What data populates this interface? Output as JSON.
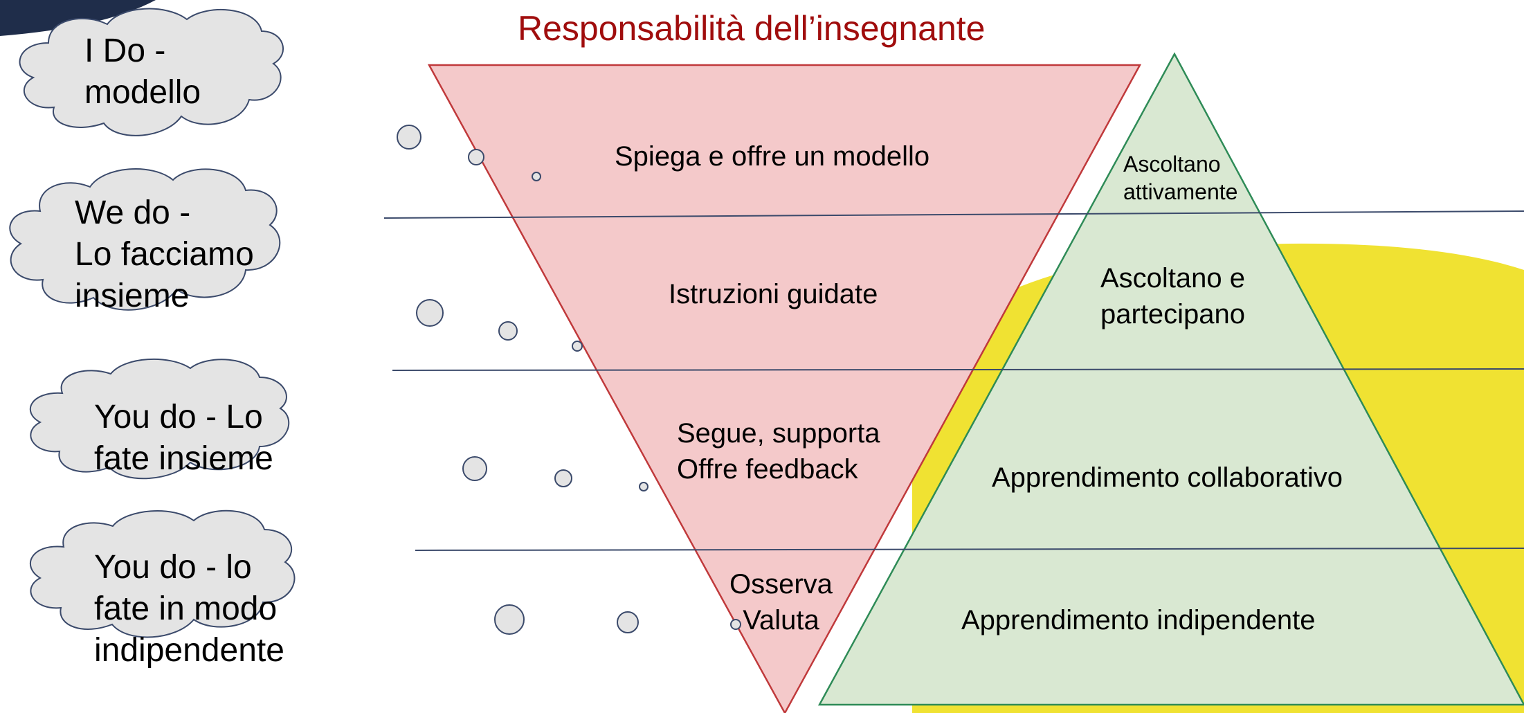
{
  "title": "Responsabilità dell’insegnante",
  "clouds": [
    {
      "text": "I Do -\nmodello"
    },
    {
      "text": "We do -\nLo facciamo\ninsieme"
    },
    {
      "text": "You do - Lo\nfate insieme"
    },
    {
      "text": "You do - lo\nfate in modo\nindipendente"
    }
  ],
  "teacher_levels": [
    {
      "text": "Spiega e offre un modello"
    },
    {
      "text": "Istruzioni guidate"
    },
    {
      "text": "Segue, supporta\nOffre feedback"
    },
    {
      "text": "Osserva\nValuta"
    }
  ],
  "student_levels": [
    {
      "text": "Ascoltano\nattivamente"
    },
    {
      "text": "Ascoltano e\npartecipano"
    },
    {
      "text": "Apprendimento collaborativo"
    },
    {
      "text": "Apprendimento indipendente"
    }
  ],
  "colors": {
    "title": "#a00d0d",
    "teacher_triangle_fill": "#f4c9ca",
    "teacher_triangle_stroke": "#c0393b",
    "student_triangle_fill": "#d9e8d2",
    "student_triangle_stroke": "#2e8b57",
    "cloud_fill": "#e4e4e4",
    "cloud_stroke": "#3b4a6b",
    "corner_shape": "#1f2d4a",
    "yellow_shape": "#f0e232",
    "divider": "#3b4a6b"
  }
}
